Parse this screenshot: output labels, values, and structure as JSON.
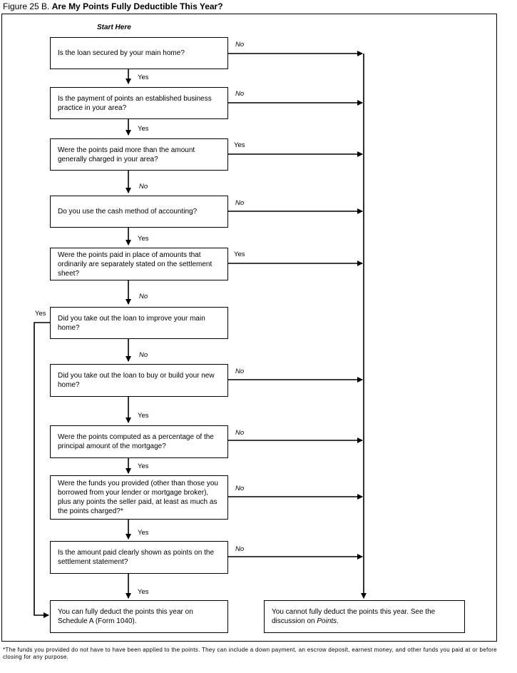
{
  "figure": {
    "label": "Figure 25 B.",
    "title": "Are My Points Fully Deductible This Year?"
  },
  "start_label": "Start Here",
  "questions": [
    {
      "text": "Is the loan secured by your main home?",
      "answer_down": "Yes",
      "answer_side": "No"
    },
    {
      "text": "Is the payment of points an established business practice in your area?",
      "answer_down": "Yes",
      "answer_side": "No"
    },
    {
      "text": "Were the points paid more than the amount generally charged in your area?",
      "answer_down": "No",
      "answer_side": "Yes"
    },
    {
      "text": "Do you use the cash method of accounting?",
      "answer_down": "Yes",
      "answer_side": "No"
    },
    {
      "text": "Were the points paid in place of amounts that ordinarily are separately stated on the settlement sheet?",
      "answer_down": "No",
      "answer_side": "Yes"
    },
    {
      "text": "Did you take out the loan to improve your main home?",
      "answer_down": "No",
      "answer_side": "Yes"
    },
    {
      "text": "Did you take out the loan to buy or build your new home?",
      "answer_down": "Yes",
      "answer_side": "No"
    },
    {
      "text": "Were the points computed as a percentage of the principal amount of the mortgage?",
      "answer_down": "Yes",
      "answer_side": "No"
    },
    {
      "text": "Were the funds you provided (other than those you borrowed from your lender or mortgage broker), plus any points the seller paid, at least as much as the points charged?*",
      "answer_down": "Yes",
      "answer_side": "No"
    },
    {
      "text": "Is the amount paid clearly shown as points on the settlement statement?",
      "answer_down": "Yes",
      "answer_side": "No"
    }
  ],
  "outcomes": {
    "deduct": "You can fully deduct the points this year on Schedule A (Form 1040).",
    "no_deduct_prefix": "You cannot fully deduct the points this year. See the discussion on ",
    "no_deduct_link": "Points",
    "no_deduct_suffix": "."
  },
  "footnote": "*The funds you provided do not have to have been applied to the points. They can include a down payment, an escrow deposit, earnest money, and other funds you paid at or before closing for any purpose."
}
